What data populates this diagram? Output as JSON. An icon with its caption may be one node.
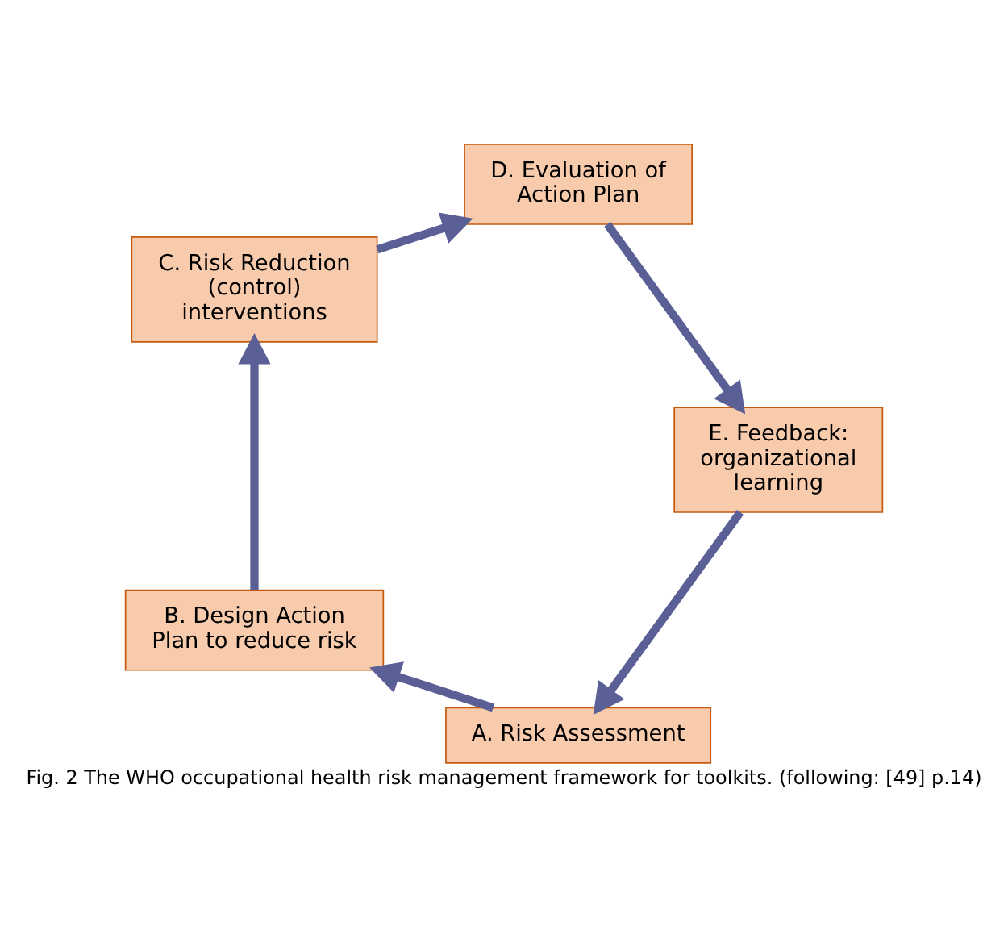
{
  "diagram": {
    "caption": "Fig. 2 The WHO occupational health risk management framework for toolkits. (following: [49] p.14)",
    "nodes": [
      {
        "text": [
          "A. Risk Assessment"
        ]
      },
      {
        "text": [
          "B. Design Action Plan to reduce risk"
        ]
      },
      {
        "text": [
          "C. Risk Reduction (control) interventions"
        ]
      },
      {
        "text": [
          "D. Evaluation of Action Plan"
        ]
      },
      {
        "text": [
          "E. Feedback: organizational learning"
        ]
      }
    ],
    "edges": [
      {
        "from": 4,
        "to": 0,
        "arrow": "to"
      },
      {
        "from": 0,
        "to": 1,
        "arrow": "to"
      },
      {
        "from": 1,
        "to": 2,
        "arrow": "to"
      },
      {
        "from": 2,
        "to": 3,
        "arrow": "to"
      },
      {
        "from": 3,
        "to": 4,
        "arrow": "to"
      }
    ]
  }
}
